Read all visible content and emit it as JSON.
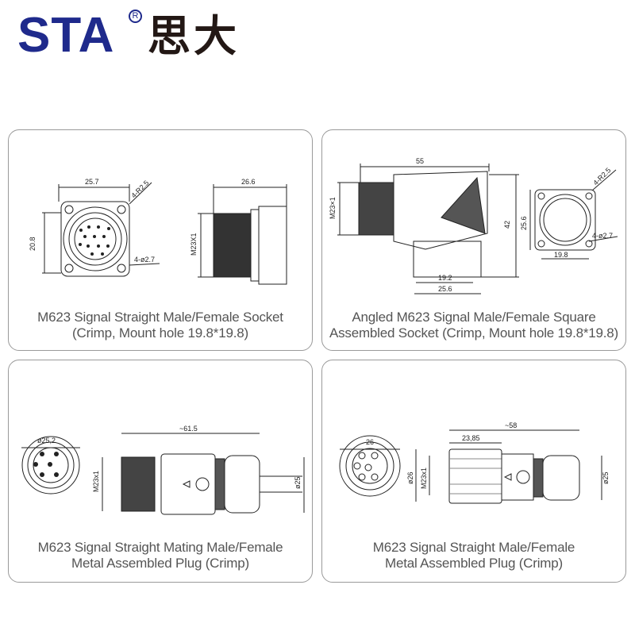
{
  "logo": {
    "latin": "STA",
    "registered": "R",
    "chinese": "思大",
    "brand_color": "#1f2a8c"
  },
  "panels": [
    {
      "caption_line1": "M623 Signal Straight Male/Female Socket",
      "caption_line2": "(Crimp, Mount hole 19.8*19.8)",
      "dims": {
        "width": "25.7",
        "height": "20.8",
        "radius": "4-R2.5",
        "hole": "4-ø2.7",
        "length": "26.6",
        "thread": "M23X1"
      }
    },
    {
      "caption_line1": "Angled M623 Signal Male/Female Square",
      "caption_line2": "Assembled Socket (Crimp, Mount hole 19.8*19.8)",
      "dims": {
        "length": "55",
        "thread": "M23×1",
        "height": "42",
        "flange_h": "25.6",
        "inner": "19.2",
        "flange_w": "25.6",
        "radius": "4-R2.5",
        "hole": "4-ø2.7",
        "hole_pitch": "19.8"
      }
    },
    {
      "caption_line1": "M623 Signal Straight Mating Male/Female",
      "caption_line2": "Metal Assembled Plug (Crimp)",
      "dims": {
        "diameter": "ø25,2",
        "length": "~61.5",
        "thread": "M23x1",
        "cable_dia": "ø25"
      }
    },
    {
      "caption_line1": "M623 Signal Straight Male/Female",
      "caption_line2": "Metal Assembled Plug (Crimp)",
      "dims": {
        "diameter": "26",
        "length": "~58",
        "nut_length": "23,85",
        "outer_dia": "ø26",
        "thread": "M23x1",
        "cable_dia": "ø25"
      }
    }
  ]
}
